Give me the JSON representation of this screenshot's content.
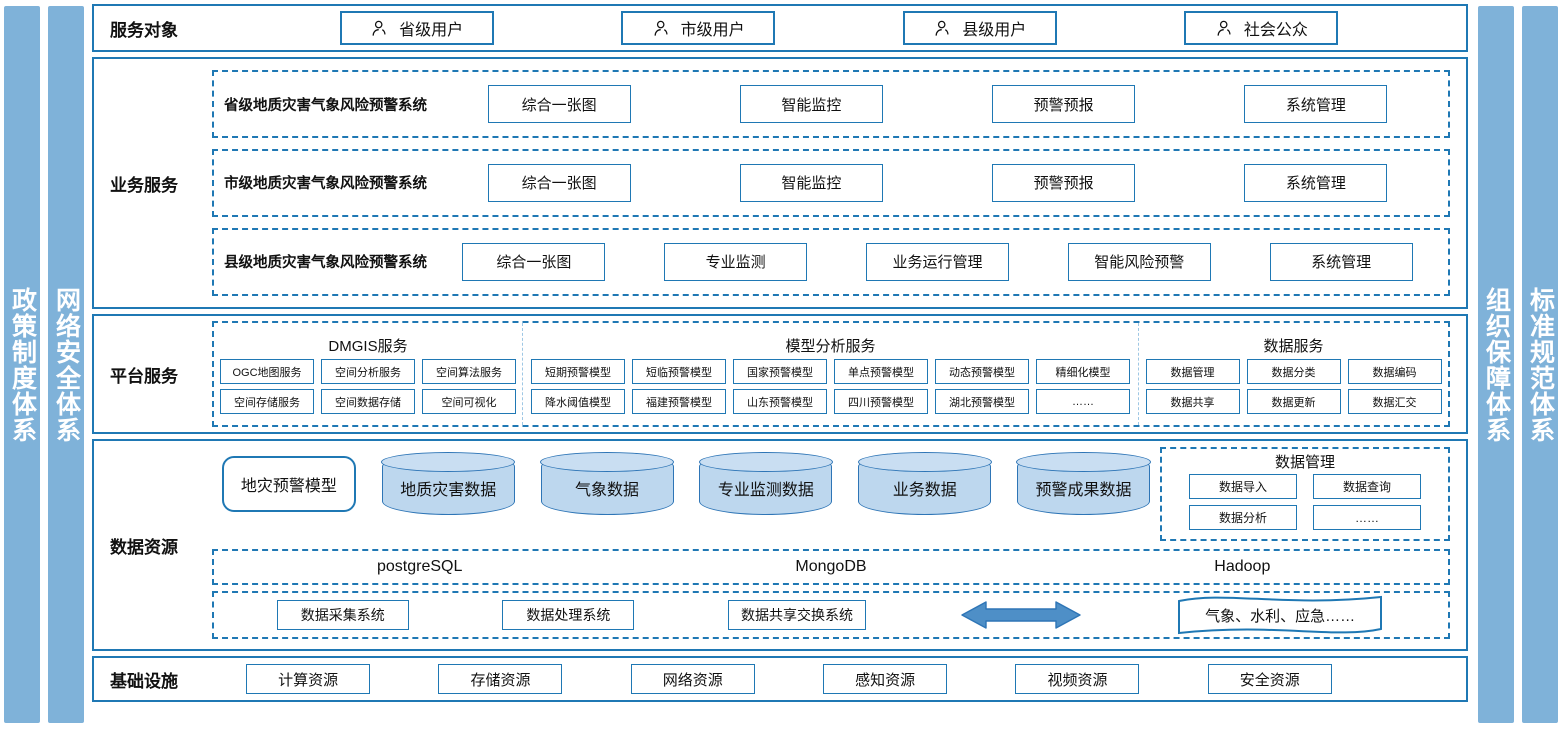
{
  "left_bars": [
    {
      "name": "policy-system",
      "label": "政策制度体系"
    },
    {
      "name": "network-security",
      "label": "网络安全体系"
    }
  ],
  "right_bars": [
    {
      "name": "organization-guarantee",
      "label": "组织保障体系"
    },
    {
      "name": "standard-specification",
      "label": "标准规范体系"
    }
  ],
  "audience": {
    "label": "服务对象",
    "items": [
      {
        "icon": "person-icon",
        "label": "省级用户"
      },
      {
        "icon": "person-icon",
        "label": "市级用户"
      },
      {
        "icon": "person-icon",
        "label": "县级用户"
      },
      {
        "icon": "person-icon",
        "label": "社会公众"
      }
    ]
  },
  "business": {
    "label": "业务服务",
    "rows": [
      {
        "title": "省级地质灾害气象风险预警系统",
        "items": [
          "综合一张图",
          "智能监控",
          "预警预报",
          "系统管理"
        ]
      },
      {
        "title": "市级地质灾害气象风险预警系统",
        "items": [
          "综合一张图",
          "智能监控",
          "预警预报",
          "系统管理"
        ]
      },
      {
        "title": "县级地质灾害气象风险预警系统",
        "items": [
          "综合一张图",
          "专业监测",
          "业务运行管理",
          "智能风险预警",
          "系统管理"
        ]
      }
    ]
  },
  "platform": {
    "label": "平台服务",
    "groups": [
      {
        "title": "DMGIS服务",
        "items": [
          "OGC地图服务",
          "空间存储服务",
          "空间分析服务",
          "空间数据存储",
          "空间算法服务",
          "空间可视化"
        ]
      },
      {
        "title": "模型分析服务",
        "items": [
          "短期预警模型",
          "降水阈值模型",
          "短临预警模型",
          "福建预警模型",
          "国家预警模型",
          "山东预警模型",
          "单点预警模型",
          "四川预警模型",
          "动态预警模型",
          "湖北预警模型",
          "精细化模型",
          "……"
        ]
      },
      {
        "title": "数据服务",
        "items": [
          "数据管理",
          "数据共享",
          "数据分类",
          "数据更新",
          "数据编码",
          "数据汇交"
        ]
      }
    ]
  },
  "data_resource": {
    "label": "数据资源",
    "model_box": "地灾预警模型",
    "cylinders": [
      "地质灾害数据",
      "气象数据",
      "专业监测数据",
      "业务数据",
      "预警成果数据"
    ],
    "data_management": {
      "title": "数据管理",
      "items": [
        "数据导入",
        "数据查询",
        "数据分析",
        "……"
      ]
    },
    "databases": [
      "postgreSQL",
      "MongoDB",
      "Hadoop"
    ],
    "flow": {
      "items": [
        "数据采集系统",
        "数据处理系统",
        "数据共享交换系统"
      ],
      "arrow": "double-arrow-icon",
      "external": "气象、水利、应急……"
    }
  },
  "infrastructure": {
    "label": "基础设施",
    "items": [
      "计算资源",
      "存储资源",
      "网络资源",
      "感知资源",
      "视频资源",
      "安全资源"
    ]
  },
  "colors": {
    "bar_blue": "#7FB2D9",
    "border_blue": "#1F78B4",
    "cylinder_fill": "#BDD7EE",
    "arrow_blue": "#4E8FC7"
  }
}
